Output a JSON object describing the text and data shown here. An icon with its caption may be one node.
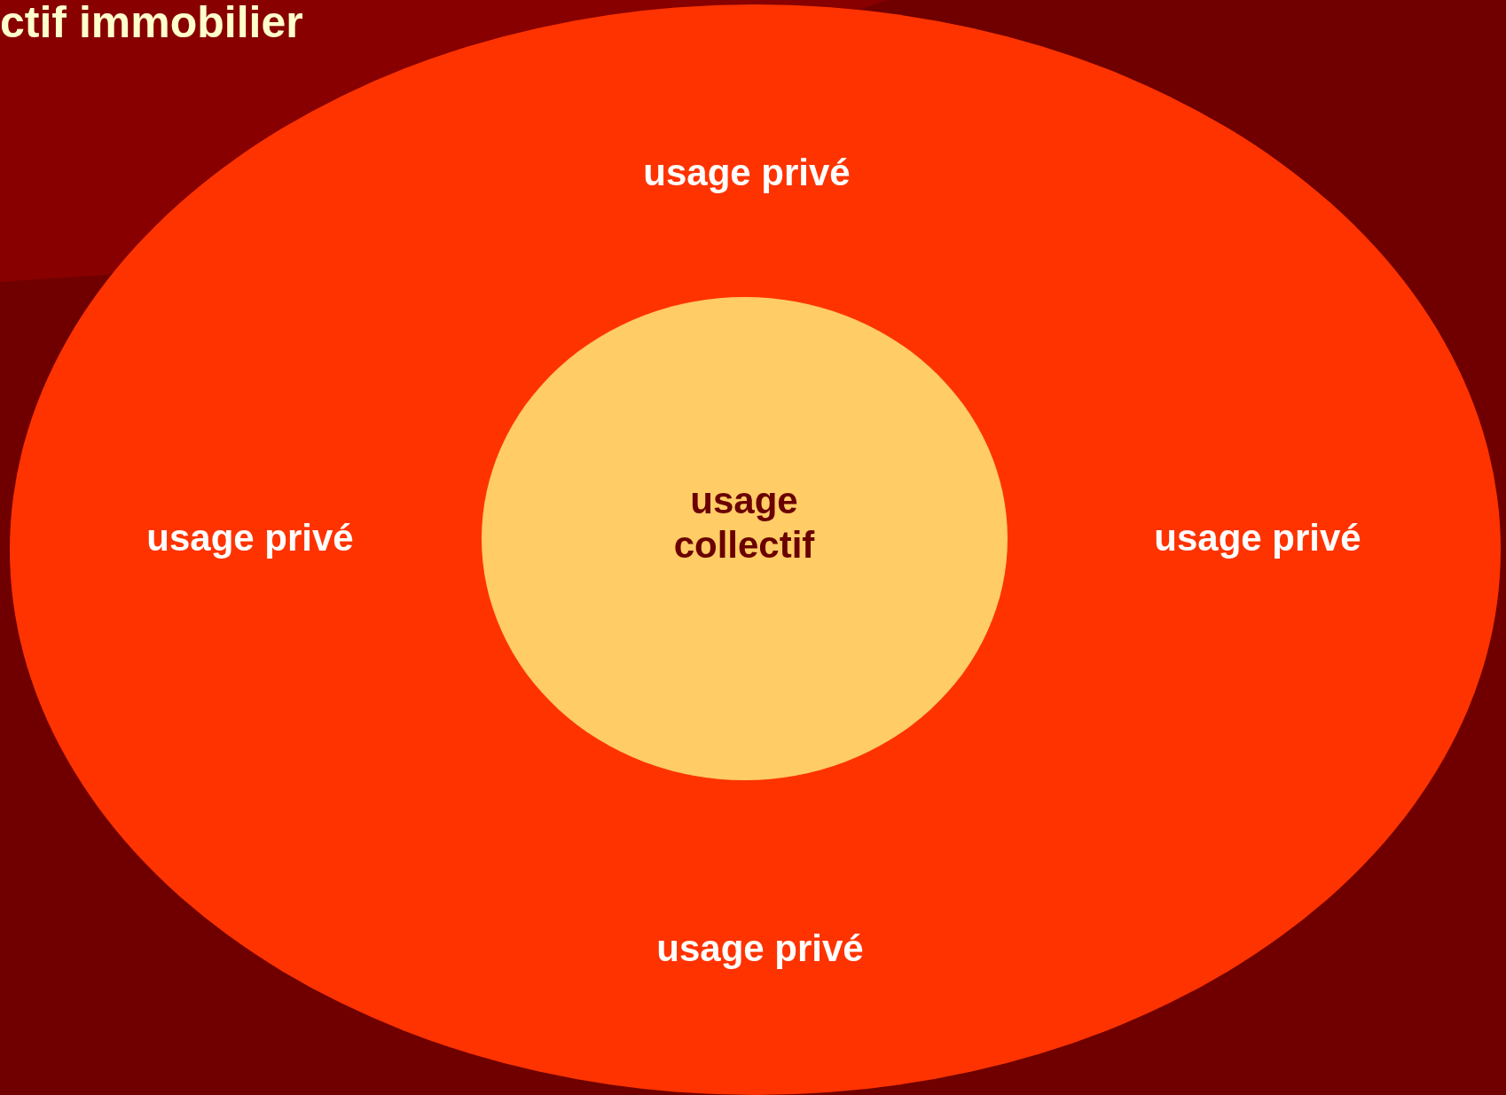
{
  "diagram": {
    "title": "ctif immobilier",
    "nodes": [
      {
        "text": [
          "usage privé",
          "usage privé",
          "usage privé",
          "usage privé"
        ]
      },
      {
        "text": [
          "usage collectif"
        ],
        "in": 0
      }
    ]
  }
}
